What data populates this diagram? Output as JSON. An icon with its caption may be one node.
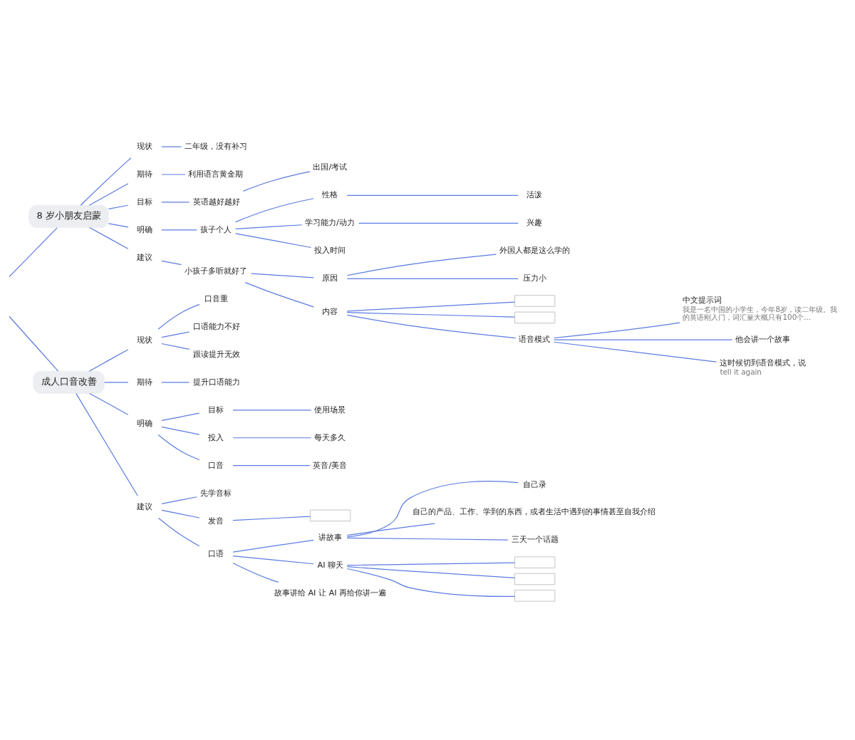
{
  "diagram": {
    "nodes": [
      {
        "text": [
          "8 岁小朋友启蒙"
        ]
      },
      {
        "text": [
          "现状"
        ]
      },
      {
        "text": [
          "二年级，没有补习"
        ]
      },
      {
        "text": [
          "期待"
        ]
      },
      {
        "text": [
          "利用语言黄金期"
        ]
      },
      {
        "text": [
          "目标"
        ]
      },
      {
        "text": [
          "英语越好越好"
        ]
      },
      {
        "text": [
          "出国/考试"
        ]
      },
      {
        "text": [
          "明确"
        ]
      },
      {
        "text": [
          "孩子个人"
        ]
      },
      {
        "text": [
          "性格"
        ]
      },
      {
        "text": [
          "活泼"
        ]
      },
      {
        "text": [
          "学习能力/动力"
        ]
      },
      {
        "text": [
          "兴趣"
        ]
      },
      {
        "text": [
          "投入时间"
        ]
      },
      {
        "text": [
          "建议"
        ]
      },
      {
        "text": [
          "小孩子多听就好了"
        ]
      },
      {
        "text": [
          "原因"
        ]
      },
      {
        "text": [
          "外国人都是这么学的"
        ]
      },
      {
        "text": [
          "压力小"
        ]
      },
      {
        "text": [
          "内容"
        ]
      },
      {
        "text": [],
        "shape": "box"
      },
      {
        "text": [],
        "shape": "box"
      },
      {
        "text": [
          "语音模式"
        ]
      },
      {
        "text": [
          "中文提示词"
        ],
        "beside": [
          "我是一名中国的小学生，今年8岁，读二年级。我的英语刚入门，词汇量大概只有100个..."
        ]
      },
      {
        "text": [
          "他会讲一个故事"
        ]
      },
      {
        "text": [
          "这时候切到语音模式，说"
        ],
        "beside": [
          "tell it again"
        ]
      },
      {
        "text": [
          "成人口音改善"
        ]
      },
      {
        "text": [
          "现状"
        ]
      },
      {
        "text": [
          "口音重"
        ]
      },
      {
        "text": [
          "口语能力不好"
        ]
      },
      {
        "text": [
          "跟读提升无效"
        ]
      },
      {
        "text": [
          "期待"
        ]
      },
      {
        "text": [
          "提升口语能力"
        ]
      },
      {
        "text": [
          "明确"
        ]
      },
      {
        "text": [
          "目标"
        ]
      },
      {
        "text": [
          "使用场景"
        ]
      },
      {
        "text": [
          "投入"
        ]
      },
      {
        "text": [
          "每天多久"
        ]
      },
      {
        "text": [
          "口音"
        ]
      },
      {
        "text": [
          "英音/美音"
        ]
      },
      {
        "text": [
          "建议"
        ]
      },
      {
        "text": [
          "先学音标"
        ]
      },
      {
        "text": [
          "发音"
        ]
      },
      {
        "text": [],
        "shape": "box"
      },
      {
        "text": [
          "口语"
        ]
      },
      {
        "text": [
          "讲故事"
        ]
      },
      {
        "text": [
          "自己录"
        ]
      },
      {
        "text": [
          "自己的产品、工作、学到的东西，或者生活中遇到的事情甚至自我介绍"
        ]
      },
      {
        "text": [
          "三天一个话题"
        ]
      },
      {
        "text": [
          "AI 聊天"
        ]
      },
      {
        "text": [],
        "shape": "box"
      },
      {
        "text": [],
        "shape": "box"
      },
      {
        "text": [],
        "shape": "box"
      },
      {
        "text": [
          "故事讲给 AI 让 AI 再给你讲一遍"
        ]
      }
    ],
    "edges": [
      {
        "from": null,
        "to": 0,
        "arrow": "none"
      },
      {
        "from": 0,
        "to": 1,
        "arrow": "none"
      },
      {
        "from": 1,
        "to": 2,
        "arrow": "none"
      },
      {
        "from": 0,
        "to": 3,
        "arrow": "none"
      },
      {
        "from": 3,
        "to": 4,
        "arrow": "none"
      },
      {
        "from": 0,
        "to": 5,
        "arrow": "none"
      },
      {
        "from": 5,
        "to": 6,
        "arrow": "none"
      },
      {
        "from": 6,
        "to": 7,
        "arrow": "none"
      },
      {
        "from": 0,
        "to": 8,
        "arrow": "none"
      },
      {
        "from": 8,
        "to": 9,
        "arrow": "none"
      },
      {
        "from": 9,
        "to": 10,
        "arrow": "none"
      },
      {
        "from": 10,
        "to": 11,
        "arrow": "none"
      },
      {
        "from": 9,
        "to": 12,
        "arrow": "none"
      },
      {
        "from": 12,
        "to": 13,
        "arrow": "none"
      },
      {
        "from": 9,
        "to": 14,
        "arrow": "none"
      },
      {
        "from": 0,
        "to": 15,
        "arrow": "none"
      },
      {
        "from": 15,
        "to": 16,
        "arrow": "none"
      },
      {
        "from": 16,
        "to": 17,
        "arrow": "none"
      },
      {
        "from": 17,
        "to": 18,
        "arrow": "none"
      },
      {
        "from": 17,
        "to": 19,
        "arrow": "none"
      },
      {
        "from": 16,
        "to": 20,
        "arrow": "none"
      },
      {
        "from": 20,
        "to": 21,
        "arrow": "none"
      },
      {
        "from": 20,
        "to": 22,
        "arrow": "none"
      },
      {
        "from": 20,
        "to": 23,
        "arrow": "none"
      },
      {
        "from": 23,
        "to": 24,
        "arrow": "none"
      },
      {
        "from": 23,
        "to": 25,
        "arrow": "none"
      },
      {
        "from": 23,
        "to": 26,
        "arrow": "none"
      },
      {
        "from": null,
        "to": 27,
        "arrow": "none"
      },
      {
        "from": 27,
        "to": 28,
        "arrow": "none"
      },
      {
        "from": 28,
        "to": 29,
        "arrow": "none"
      },
      {
        "from": 28,
        "to": 30,
        "arrow": "none"
      },
      {
        "from": 28,
        "to": 31,
        "arrow": "none"
      },
      {
        "from": 27,
        "to": 32,
        "arrow": "none"
      },
      {
        "from": 32,
        "to": 33,
        "arrow": "none"
      },
      {
        "from": 27,
        "to": 34,
        "arrow": "none"
      },
      {
        "from": 34,
        "to": 35,
        "arrow": "none"
      },
      {
        "from": 35,
        "to": 36,
        "arrow": "none"
      },
      {
        "from": 34,
        "to": 37,
        "arrow": "none"
      },
      {
        "from": 37,
        "to": 38,
        "arrow": "none"
      },
      {
        "from": 34,
        "to": 39,
        "arrow": "none"
      },
      {
        "from": 39,
        "to": 40,
        "arrow": "none"
      },
      {
        "from": 27,
        "to": 41,
        "arrow": "none"
      },
      {
        "from": 41,
        "to": 42,
        "arrow": "none"
      },
      {
        "from": 41,
        "to": 43,
        "arrow": "none"
      },
      {
        "from": 43,
        "to": 44,
        "arrow": "none"
      },
      {
        "from": 41,
        "to": 45,
        "arrow": "none"
      },
      {
        "from": 45,
        "to": 46,
        "arrow": "none"
      },
      {
        "from": 46,
        "to": 47,
        "arrow": "none"
      },
      {
        "from": 46,
        "to": 48,
        "arrow": "none"
      },
      {
        "from": 46,
        "to": 49,
        "arrow": "none"
      },
      {
        "from": 45,
        "to": 50,
        "arrow": "none"
      },
      {
        "from": 50,
        "to": 51,
        "arrow": "none"
      },
      {
        "from": 50,
        "to": 52,
        "arrow": "none"
      },
      {
        "from": 50,
        "to": 53,
        "arrow": "none"
      },
      {
        "from": 45,
        "to": 54,
        "arrow": "none"
      }
    ]
  }
}
